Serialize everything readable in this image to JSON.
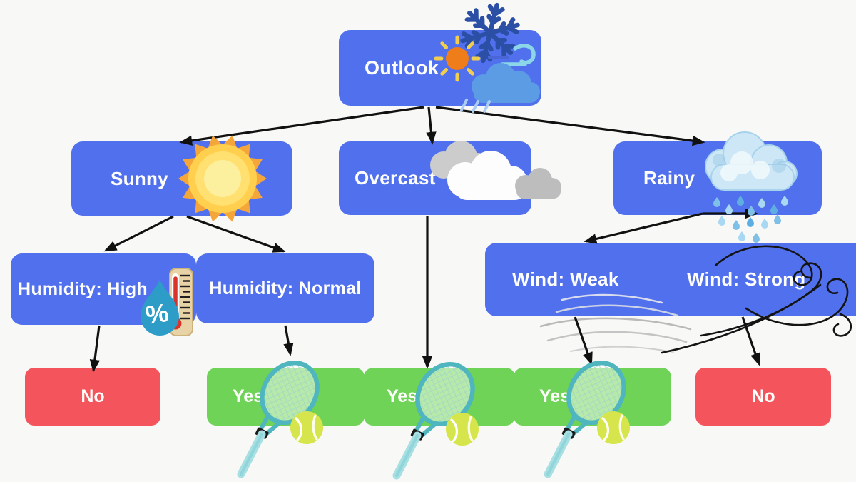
{
  "diagram_type": "decision-tree",
  "nodes": {
    "outlook": {
      "label": "Outlook",
      "icons": [
        "snowflake-icon",
        "sun-icon",
        "wind-gust-icon",
        "rain-cloud-icon"
      ]
    },
    "sunny": {
      "label": "Sunny",
      "icons": [
        "sun-burst-icon"
      ]
    },
    "overcast": {
      "label": "Overcast",
      "icons": [
        "overcast-clouds-icon"
      ]
    },
    "rainy": {
      "label": "Rainy",
      "icons": [
        "watercolor-rain-cloud-icon"
      ]
    },
    "humidity_high": {
      "label": "Humidity: High",
      "icons": [
        "humidity-droplet-thermometer-icon"
      ]
    },
    "humidity_normal": {
      "label": "Humidity: Normal",
      "icons": []
    },
    "wind_weak": {
      "label": "Wind: Weak",
      "icons": [
        "soft-wind-lines-icon"
      ]
    },
    "wind_strong": {
      "label": "Wind: Strong",
      "icons": [
        "strong-wind-swirl-icon"
      ]
    }
  },
  "leaves": [
    {
      "label": "No",
      "verdict": "negative"
    },
    {
      "label": "Yes",
      "verdict": "positive",
      "icon": "tennis-racket-ball-icon"
    },
    {
      "label": "Yes",
      "verdict": "positive",
      "icon": "tennis-racket-ball-icon"
    },
    {
      "label": "Yes",
      "verdict": "positive",
      "icon": "tennis-racket-ball-icon"
    },
    {
      "label": "No",
      "verdict": "negative"
    }
  ],
  "edges": [
    {
      "from": "Outlook",
      "to": "Sunny"
    },
    {
      "from": "Outlook",
      "to": "Overcast"
    },
    {
      "from": "Outlook",
      "to": "Rainy"
    },
    {
      "from": "Sunny",
      "to": "Humidity: High"
    },
    {
      "from": "Sunny",
      "to": "Humidity: Normal"
    },
    {
      "from": "Overcast",
      "to": "Yes"
    },
    {
      "from": "Rainy",
      "to": "Wind: Weak"
    },
    {
      "from": "Rainy",
      "to": "Wind: Strong"
    },
    {
      "from": "Humidity: High",
      "to": "No"
    },
    {
      "from": "Humidity: Normal",
      "to": "Yes"
    },
    {
      "from": "Wind: Weak",
      "to": "Yes"
    },
    {
      "from": "Wind: Strong",
      "to": "No"
    }
  ],
  "icons": {
    "humidity_percent": "%"
  },
  "colors": {
    "node_blue": "#5170EE",
    "leaf_yes_green": "#6ED356",
    "leaf_no_red": "#F4555C",
    "label_text": "#FFFFFF",
    "connector": "#111111",
    "background": "#F8F8F6"
  }
}
